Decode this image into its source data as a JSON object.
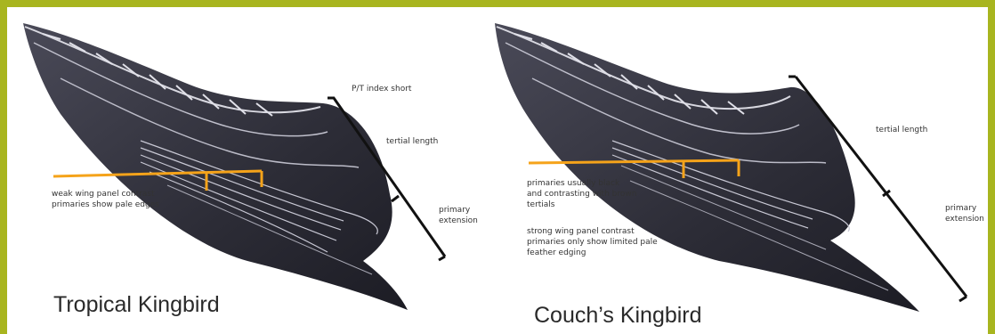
{
  "panels": [
    {
      "title": "Tropical Kingbird",
      "labels": {
        "pit_index": "P/T index short",
        "tertial_length": "tertial length",
        "primary_extension": "primary\nextension",
        "wing_note": "weak wing panel contrast\nprimaries show pale edges"
      }
    },
    {
      "title": "Couch’s Kingbird",
      "labels": {
        "tertial_length": "tertial length",
        "primary_extension": "primary\nextension",
        "primaries_note": "primaries usually black\nand contrasting with brown\ntertials",
        "wing_note": "strong wing panel contrast\nprimaries only show limited pale\nfeather edging"
      }
    }
  ],
  "colors": {
    "frame": "#a8b51f",
    "marker_line": "#f5a31a",
    "wing_dark": "#2f2f3a",
    "bracket": "#111111"
  }
}
